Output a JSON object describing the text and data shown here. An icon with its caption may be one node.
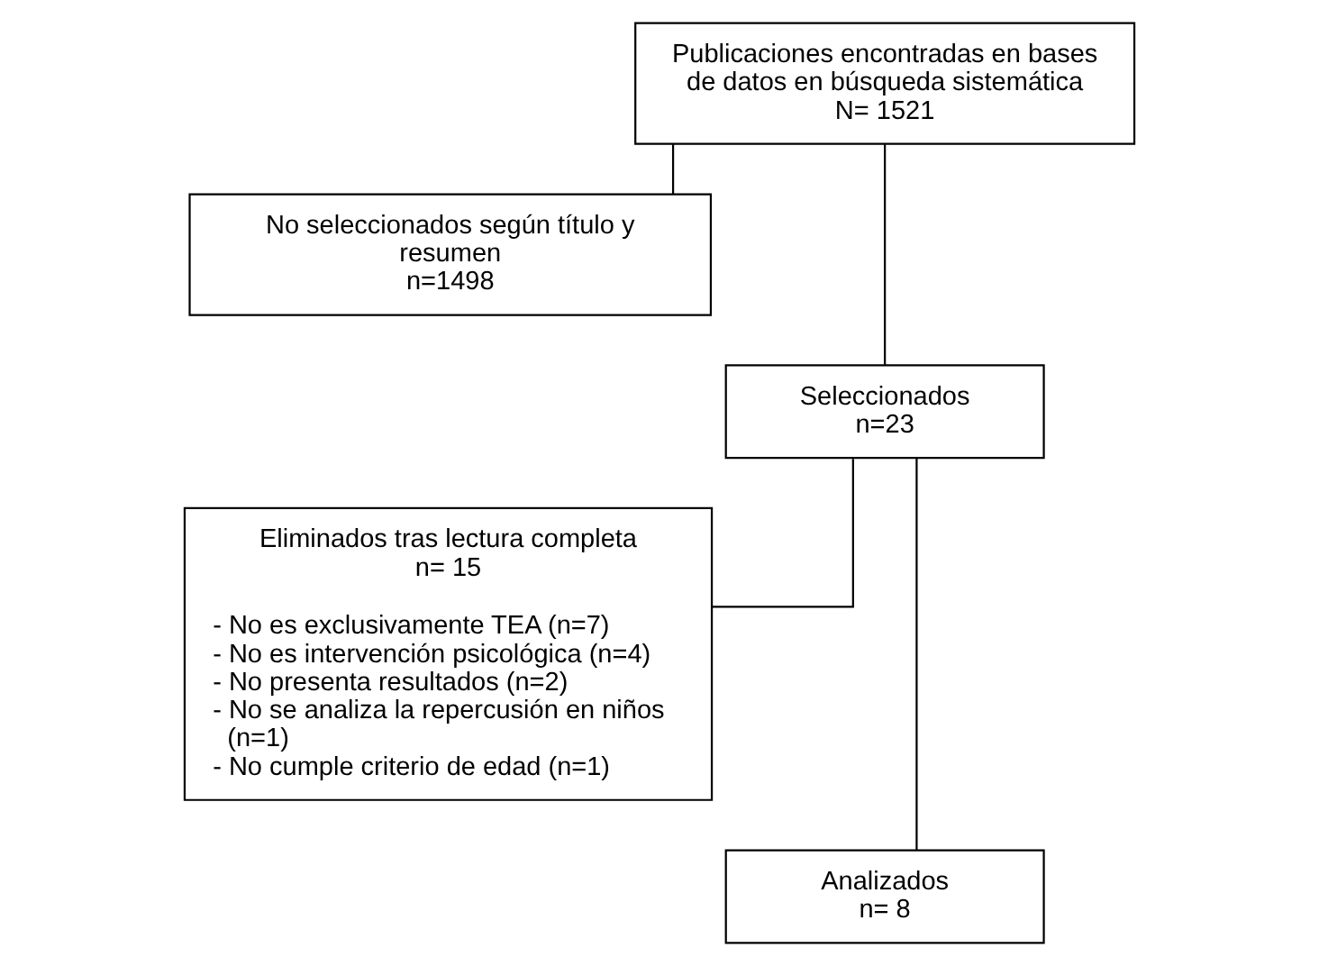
{
  "diagram": {
    "nodes": [
      {
        "text": [
          "Publicaciones encontradas en bases de datos en búsqueda sistemática",
          "N= 1521"
        ]
      },
      {
        "text": [
          "No seleccionados según título y resumen",
          "n=1498"
        ]
      },
      {
        "text": [
          "Seleccionados",
          "n=23"
        ]
      },
      {
        "text": [
          "Eliminados tras lectura completa",
          "n= 15",
          "- No es exclusivamente TEA (n=7)",
          "- No es intervención psicológica (n=4)",
          "- No presenta resultados (n=2)",
          "- No se analiza la repercusión en niños (n=1)",
          "- No cumple criterio de edad (n=1)"
        ]
      },
      {
        "text": [
          "Analizados",
          "n= 8"
        ]
      }
    ],
    "edges": [
      {
        "from": 0,
        "to": 1,
        "arrow": "none"
      },
      {
        "from": 0,
        "to": 2,
        "arrow": "none"
      },
      {
        "from": 2,
        "to": 3,
        "arrow": "none"
      },
      {
        "from": 2,
        "to": 4,
        "arrow": "none"
      }
    ]
  }
}
